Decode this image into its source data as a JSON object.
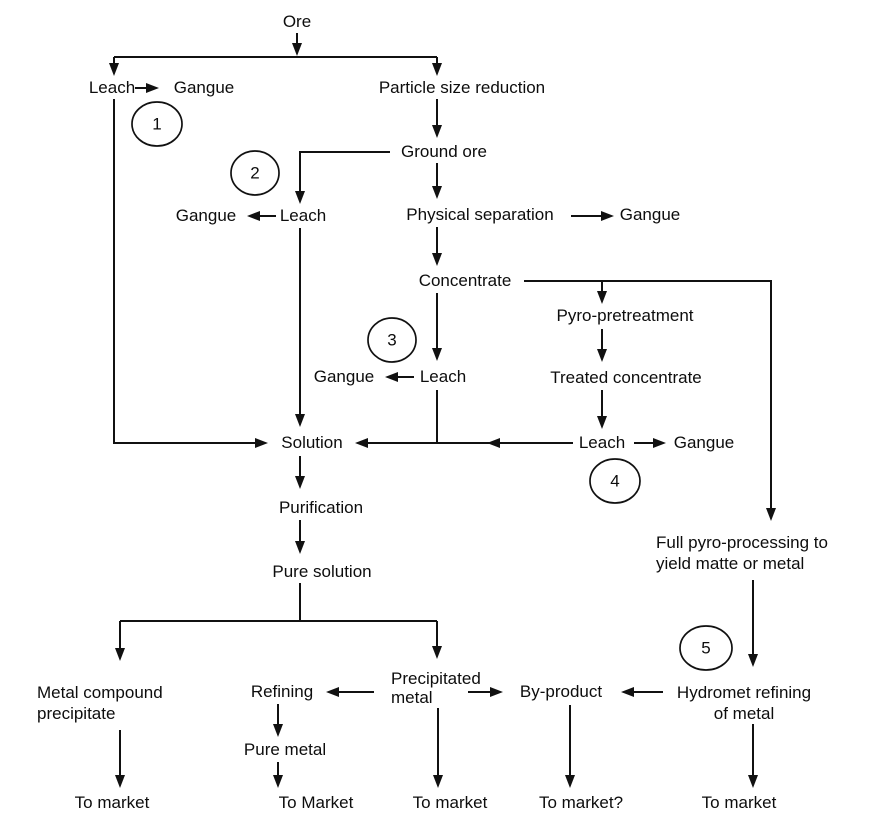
{
  "figure": {
    "background_color": "#ffffff",
    "line_color": "#111111",
    "nodes": {
      "ore": "Ore",
      "leach1": "Leach",
      "gangue1": "Gangue",
      "particle_size_reduction": "Particle size reduction",
      "ground_ore": "Ground ore",
      "gangue2": "Gangue",
      "leach2": "Leach",
      "physical_separation": "Physical separation",
      "gangue_physical_separation": "Gangue",
      "concentrate": "Concentrate",
      "pyro_pretreatment": "Pyro-pretreatment",
      "gangue3": "Gangue",
      "leach3": "Leach",
      "treated_concentrate": "Treated concentrate",
      "leach4": "Leach",
      "gangue4": "Gangue",
      "solution": "Solution",
      "purification": "Purification",
      "pure_solution": "Pure solution",
      "full_pyro_line1": "Full pyro-processing to",
      "full_pyro_line2": "yield matte or metal",
      "metal_compound_line1": "Metal compound",
      "metal_compound_line2": "precipitate",
      "refining": "Refining",
      "precipitated_line1": "Precipitated",
      "precipitated_line2": "metal",
      "by_product": "By-product",
      "hydromet_line1": "Hydromet refining",
      "hydromet_line2": "of metal",
      "pure_metal": "Pure metal",
      "to_market_1": "To market",
      "to_market_2": "To Market",
      "to_market_3": "To market",
      "to_market_4": "To market?",
      "to_market_5": "To market"
    },
    "step_numbers": {
      "s1": "1",
      "s2": "2",
      "s3": "3",
      "s4": "4",
      "s5": "5"
    }
  }
}
